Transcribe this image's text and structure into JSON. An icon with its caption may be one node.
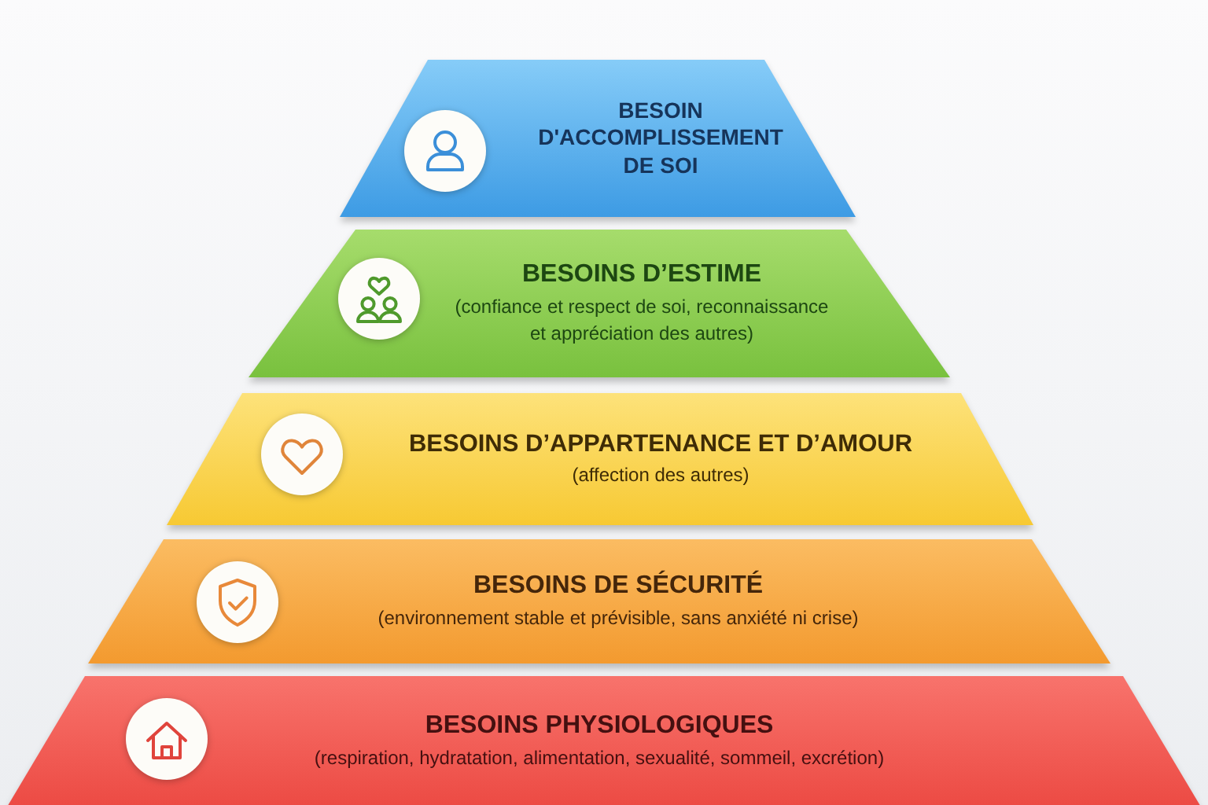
{
  "diagram": {
    "nodes": [
      {
        "text": [
          "BESOIN D'ACCOMPLISSEMENT DE SOI"
        ]
      },
      {
        "text": [
          "BESOINS D’ESTIME",
          "(confiance et respect de soi, reconnaissance et appréciation des autres)"
        ]
      },
      {
        "text": [
          "BESOINS D’APPARTENANCE ET D’AMOUR",
          "(affection des autres)"
        ]
      },
      {
        "text": [
          "BESOINS DE SÉCURITÉ",
          "(environnement stable et prévisible, sans anxiété ni crise)"
        ]
      },
      {
        "text": [
          "BESOINS PHYSIOLOGIQUES",
          "(respiration, hydratation, alimentation, sexualité, sommeil, excrétion)"
        ]
      }
    ]
  }
}
